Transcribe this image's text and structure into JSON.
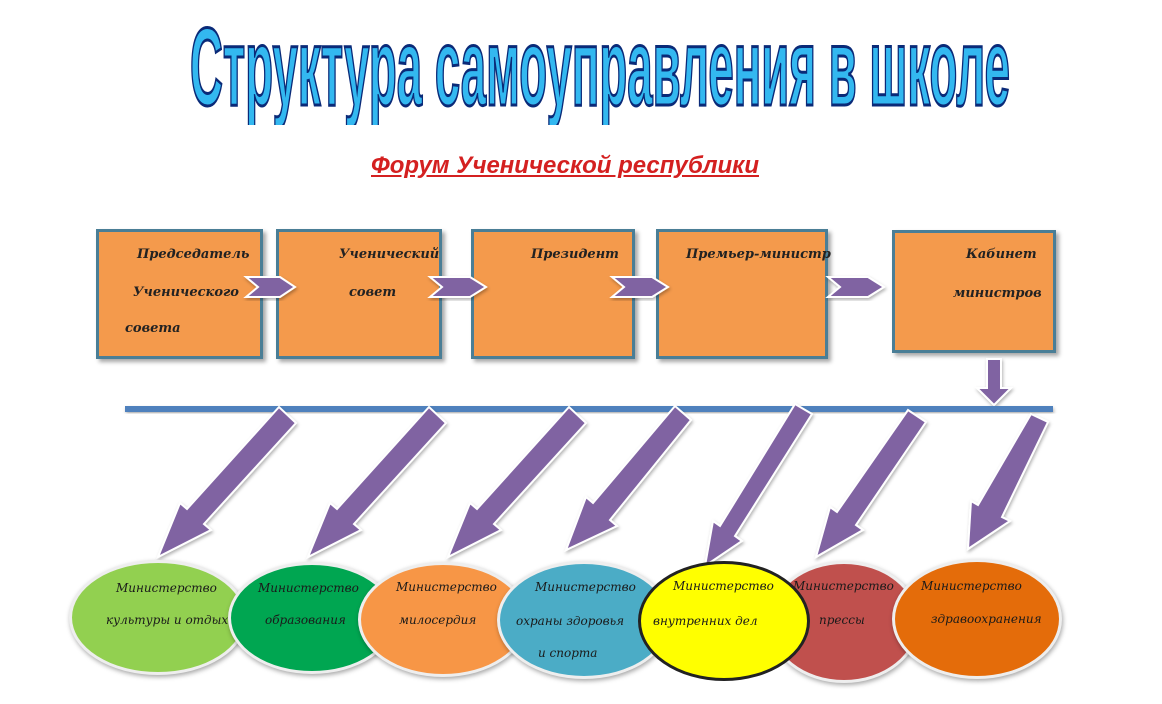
{
  "title": "Структура самоуправления в школе",
  "subtitle": "Форум Ученической республики",
  "boxes": [
    {
      "lines": [
        "Председатель",
        "Ученического",
        "совета"
      ]
    },
    {
      "lines": [
        "Ученический",
        "совет"
      ]
    },
    {
      "lines": [
        "Президент"
      ]
    },
    {
      "lines": [
        "Премьер-министр"
      ]
    },
    {
      "lines": [
        "Кабинет",
        "министров"
      ]
    }
  ],
  "ministries": [
    {
      "lines": [
        "Министерство",
        "культуры и отдыха"
      ],
      "color": "#92d050"
    },
    {
      "lines": [
        "Министерство",
        "образования"
      ],
      "color": "#00a651"
    },
    {
      "lines": [
        "Министерство",
        "милосердия"
      ],
      "color": "#f79646"
    },
    {
      "lines": [
        "Министерство",
        "охраны здоровья",
        "и   спорта"
      ],
      "color": "#4bacc6"
    },
    {
      "lines": [
        "Министерство",
        "внутренних дел"
      ],
      "color": "#ffff00"
    },
    {
      "lines": [
        "Министерство",
        "прессы"
      ],
      "color": "#c0504d"
    },
    {
      "lines": [
        "Министерство",
        "здравоохранения"
      ],
      "color": "#e46c0a"
    }
  ],
  "colors": {
    "box_fill": "#f49a4c",
    "box_border": "#4a7e96",
    "arrow": "#8064a2",
    "bar": "#4f81bd",
    "title_fill": "#33b8f0",
    "subtitle": "#d42020"
  }
}
